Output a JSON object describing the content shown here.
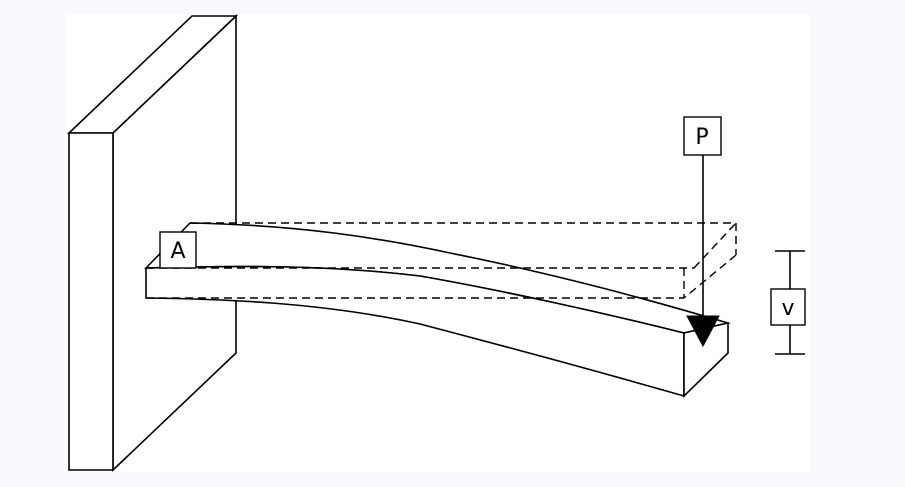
{
  "diagram": {
    "labels": {
      "support_point": "A",
      "load": "P",
      "deflection": "v"
    },
    "colors": {
      "line": "#000000",
      "panel": "#ffffff",
      "page_background": "#f8fafd"
    }
  }
}
